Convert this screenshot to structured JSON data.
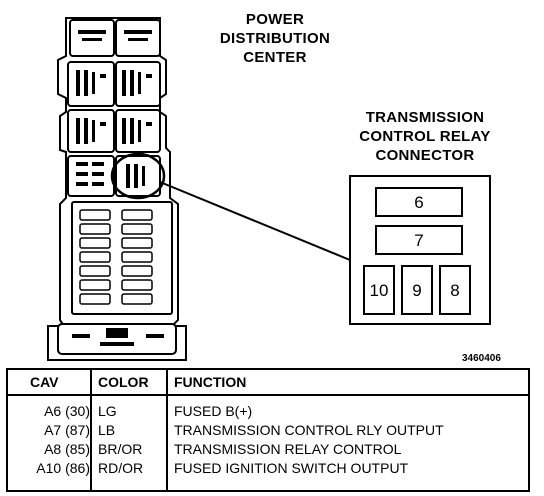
{
  "pdc": {
    "title_lines": [
      "POWER",
      "DISTRIBUTION",
      "CENTER"
    ]
  },
  "connector": {
    "title_lines": [
      "TRANSMISSION",
      "CONTROL RELAY",
      "CONNECTOR"
    ],
    "pins": [
      "6",
      "7",
      "10",
      "9",
      "8"
    ]
  },
  "figure_code": "3460406",
  "table": {
    "headers": [
      "CAV",
      "COLOR",
      "FUNCTION"
    ],
    "rows": [
      {
        "cav": "A6 (30)",
        "color": "LG",
        "function": "FUSED B(+)"
      },
      {
        "cav": "A7 (87)",
        "color": "LB",
        "function": "TRANSMISSION CONTROL RLY OUTPUT"
      },
      {
        "cav": "A8 (85)",
        "color": "BR/OR",
        "function": "TRANSMISSION RELAY CONTROL"
      },
      {
        "cav": "A10 (86)",
        "color": "RD/OR",
        "function": "FUSED IGNITION SWITCH OUTPUT"
      }
    ]
  }
}
